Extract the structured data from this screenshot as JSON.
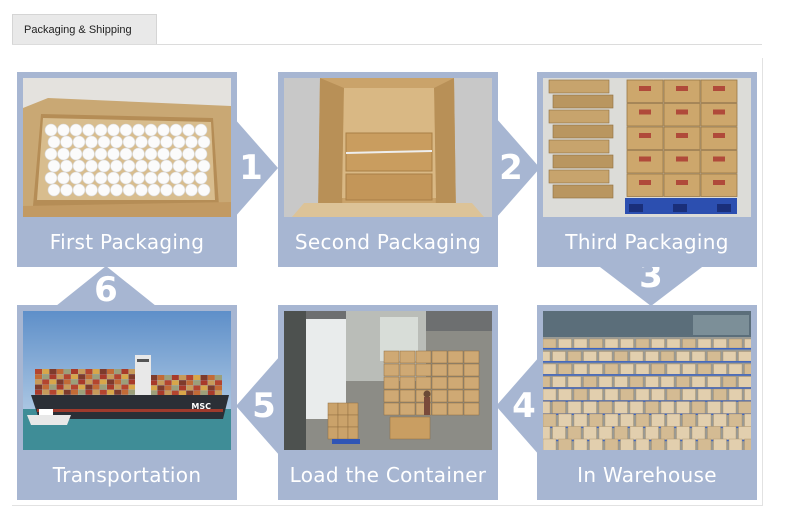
{
  "tab": {
    "label": "Packaging & Shipping"
  },
  "steps": [
    {
      "number": "1",
      "label": "First Packaging"
    },
    {
      "number": "2",
      "label": "Second Packaging"
    },
    {
      "number": "3",
      "label": "Third Packaging"
    },
    {
      "number": "4",
      "label": "In Warehouse"
    },
    {
      "number": "5",
      "label": "Load the Container"
    },
    {
      "number": "6",
      "label": "Transportation"
    }
  ],
  "ship": {
    "brand": "MSC"
  },
  "colors": {
    "panel": "#a7b6d2",
    "label_text": "#ffffff"
  }
}
